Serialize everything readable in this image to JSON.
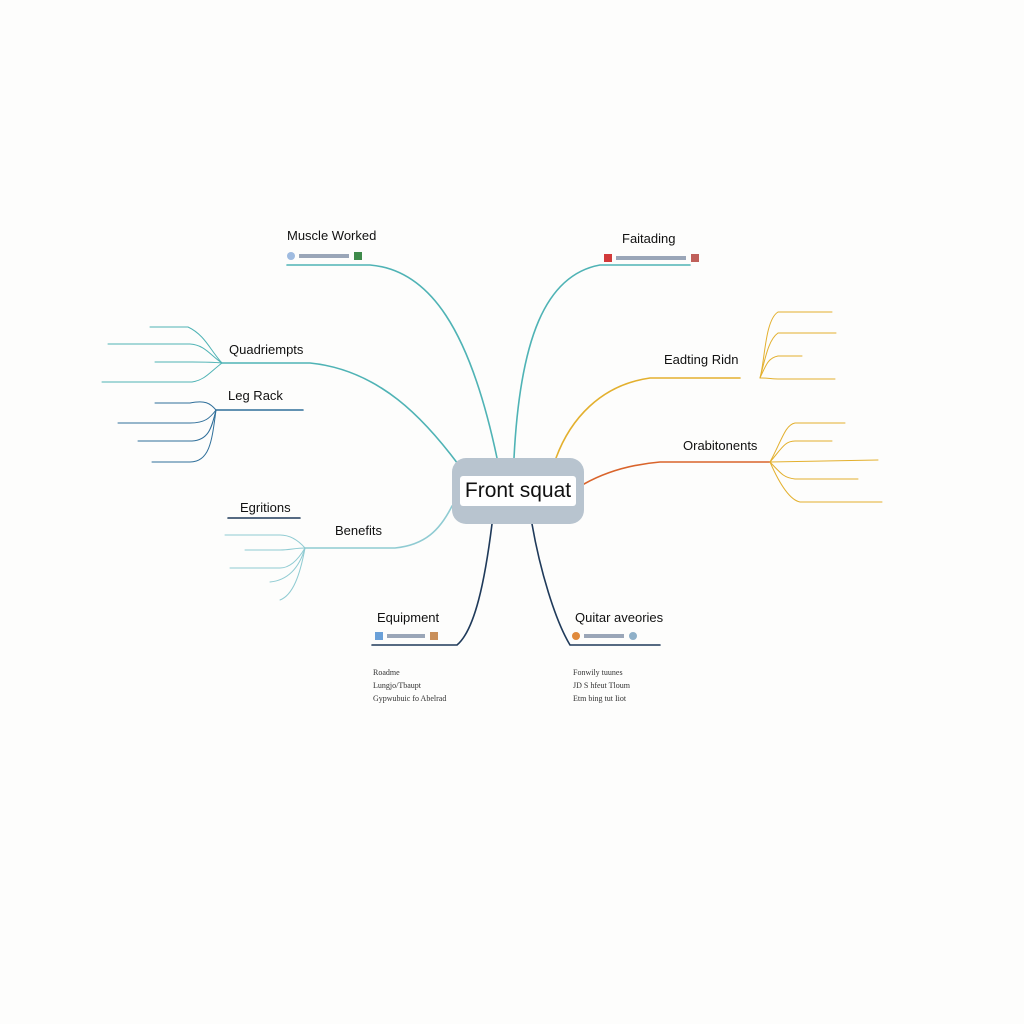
{
  "center": {
    "title": "Front squat"
  },
  "branches": {
    "muscle_worked": {
      "label": "Muscle Worked",
      "sub": ""
    },
    "faitading": {
      "label": "Faitading",
      "sub": ""
    },
    "quadriempts": {
      "label": "Quadriempts",
      "items": [
        "",
        "",
        "",
        ""
      ]
    },
    "leg_rack": {
      "label": "Leg Rack",
      "items": [
        "",
        "",
        "",
        ""
      ]
    },
    "eadting_ridn": {
      "label": "Eadting Ridn",
      "items": [
        "",
        "",
        "",
        ""
      ]
    },
    "orabitonents": {
      "label": "Orabitonents",
      "items": [
        "",
        "",
        "",
        "",
        ""
      ]
    },
    "egritions": {
      "label": "Egritions"
    },
    "benefits": {
      "label": "Benefits",
      "items": [
        "",
        "",
        ""
      ]
    },
    "equipment": {
      "label": "Equipment",
      "items": [
        "Roadme",
        "Lungjo/Tbaupt",
        "Gypwubuic fo Abelrad"
      ]
    },
    "quitar_aveories": {
      "label": "Quitar aveories",
      "items": [
        "Fonwily tuunes",
        "JD S hfeut Tloum",
        "Etm bing tut Iiot"
      ]
    }
  },
  "colors": {
    "teal": "#4fb3b5",
    "teal_light": "#8fcbd2",
    "blue": "#2f6f9a",
    "navy": "#1f3a5a",
    "yellow": "#e3b02e",
    "orange": "#d9642b",
    "center_bg": "#b8c4cf"
  },
  "icons": [
    "image-icon",
    "leaf-icon",
    "red-square-icon",
    "document-icon",
    "cloud-icon"
  ]
}
